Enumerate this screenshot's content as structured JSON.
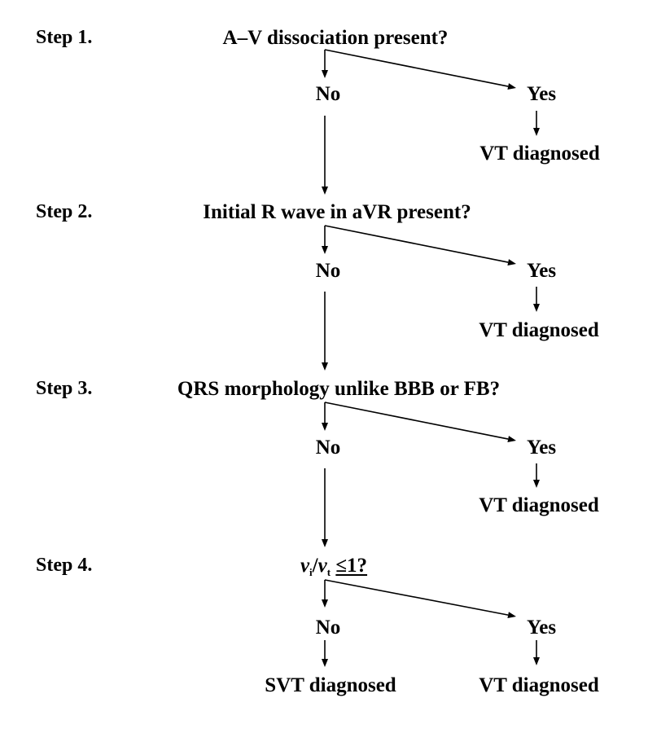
{
  "steps": [
    {
      "label": "Step 1.",
      "question": "A–V dissociation present?",
      "no": "No",
      "yes": "Yes",
      "yes_result": "VT diagnosed"
    },
    {
      "label": "Step 2.",
      "question": "Initial R wave in aVR present?",
      "no": "No",
      "yes": "Yes",
      "yes_result": "VT diagnosed"
    },
    {
      "label": "Step 3.",
      "question": "QRS morphology unlike BBB or FB?",
      "no": "No",
      "yes": "Yes",
      "yes_result": "VT diagnosed"
    },
    {
      "label": "Step 4.",
      "question": {
        "v": "v",
        "sub_i": "i",
        "slash": "/",
        "sub_t": "t",
        "ineq": "≤1?"
      },
      "no": "No",
      "yes": "Yes",
      "no_result": "SVT diagnosed",
      "yes_result": "VT diagnosed"
    }
  ]
}
